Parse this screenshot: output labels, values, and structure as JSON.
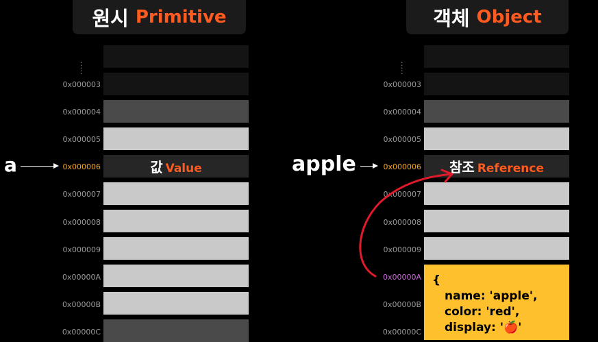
{
  "primitive": {
    "title_ko": "원시",
    "title_en": "Primitive",
    "var_name": "a",
    "value_ko": "값",
    "value_en": "Value"
  },
  "object": {
    "title_ko": "객체",
    "title_en": "Object",
    "var_name": "apple",
    "ref_ko": "참조",
    "ref_en": "Reference",
    "obj_lines": [
      "{",
      "name: 'apple',",
      "color: 'red',",
      "display: '🍎'"
    ]
  },
  "addresses": [
    "0x000003",
    "0x000004",
    "0x000005",
    "0x000006",
    "0x000007",
    "0x000008",
    "0x000009",
    "0x00000A",
    "0x00000B",
    "0x00000C"
  ],
  "colors": {
    "accent": "#ff5a1f",
    "highlight_address": "#f5a623",
    "object_address": "#c86dd7",
    "object_box": "#ffc02e",
    "reference_arrow": "#e01a2a"
  }
}
